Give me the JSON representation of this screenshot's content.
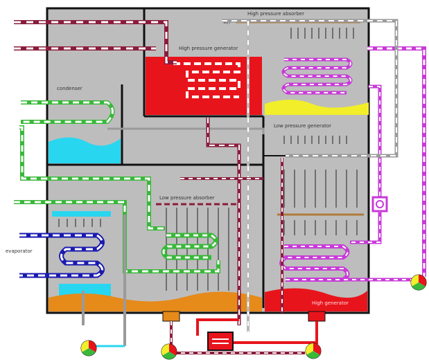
{
  "labels": {
    "high_pressure_absorber": "High pressure absorber",
    "high_pressure_generator": "High pressure generator",
    "condenser": "condenser",
    "low_pressure_generator": "Low pressure generator",
    "low_pressure_absorber": "Low pressure absorber",
    "evaporator": "evaporator",
    "generator_bottom": "High generator",
    "hp_absorber_tag": "w/P"
  },
  "colors": {
    "shell": "#bdbdbd",
    "outline": "#111111",
    "hp_generator_liquid": "#e8141c",
    "hp_absorber_liquid": "#f2ee2a",
    "condenser_liquid": "#29d6f0",
    "evaporator_liquid": "#29d6f0",
    "bottom_liquid": "#e68a1a",
    "hot_liquid": "#e8141c",
    "purple_line": "#c83ad8",
    "green_line": "#39b83a",
    "blue_line": "#1a1ab0",
    "maroon_line": "#8a1c3c",
    "tube_gray": "#9a9a9a"
  }
}
